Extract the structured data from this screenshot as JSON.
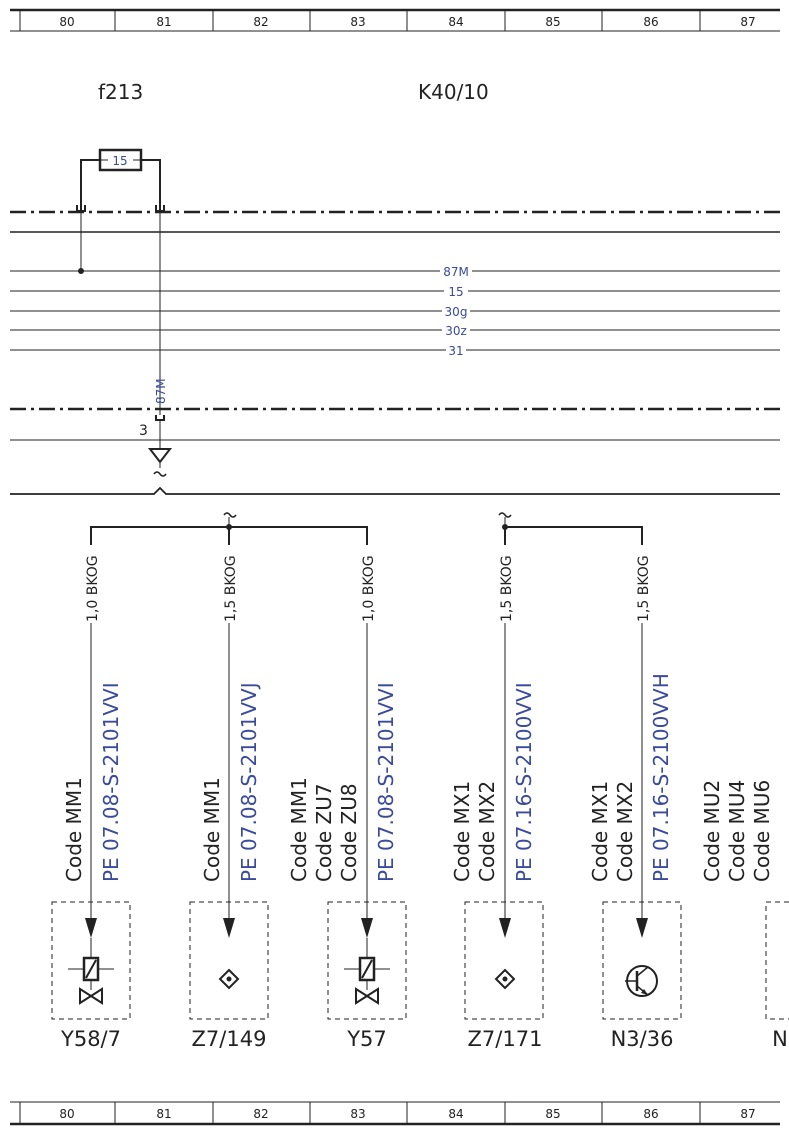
{
  "grid": {
    "columns": [
      "80",
      "81",
      "82",
      "83",
      "84",
      "85",
      "86",
      "87"
    ]
  },
  "titles": {
    "fuse": "f213",
    "relay": "K40/10"
  },
  "fuse_rating": "15",
  "bus_lines": [
    "87M",
    "15",
    "30g",
    "30z",
    "31"
  ],
  "branch_label": "87M",
  "pin_label": "3",
  "wires": [
    {
      "label": "1,0 BKOG",
      "code": [
        "Code MM1"
      ],
      "pe": "PE 07.08-S-2101VVI",
      "component": "Y58/7",
      "symbol": "valve"
    },
    {
      "label": "1,5 BKOG",
      "code": [
        "Code MM1"
      ],
      "pe": "PE 07.08-S-2101VVJ",
      "component": "Z7/149",
      "symbol": "connector"
    },
    {
      "label": "1,0 BKOG",
      "code": [
        "Code MM1",
        "Code ZU7",
        "Code ZU8"
      ],
      "pe": "PE 07.08-S-2101VVI",
      "component": "Y57",
      "symbol": "valve"
    },
    {
      "label": "1,5 BKOG",
      "code": [
        "Code MX1",
        "Code MX2"
      ],
      "pe": "PE 07.16-S-2100VVI",
      "component": "Z7/171",
      "symbol": "connector"
    },
    {
      "label": "1,5 BKOG",
      "code": [
        "Code MX1",
        "Code MX2"
      ],
      "pe": "PE 07.16-S-2100VVH",
      "component": "N3/36",
      "symbol": "transistor"
    }
  ],
  "partial": {
    "code": [
      "Code MU2",
      "Code MU4",
      "Code MU6"
    ],
    "component": "N"
  },
  "colors": {
    "ink": "#222222",
    "blue": "#3a4a9c"
  }
}
